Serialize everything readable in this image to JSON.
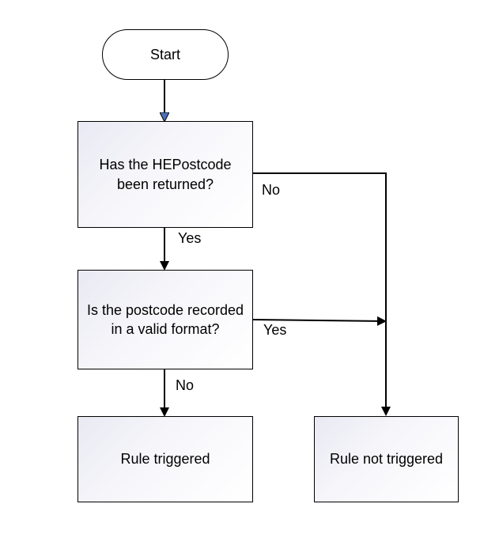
{
  "nodes": {
    "start": "Start",
    "decision_returned": "Has the HEPostcode been returned?",
    "decision_valid": "Is the postcode recorded in a valid format?",
    "rule_triggered": "Rule triggered",
    "rule_not_triggered": "Rule not triggered"
  },
  "edges": {
    "returned_no": "No",
    "returned_yes": "Yes",
    "valid_yes": "Yes",
    "valid_no": "No"
  },
  "colors": {
    "start_arrowhead": "#4a6fb5",
    "line": "#000000"
  }
}
